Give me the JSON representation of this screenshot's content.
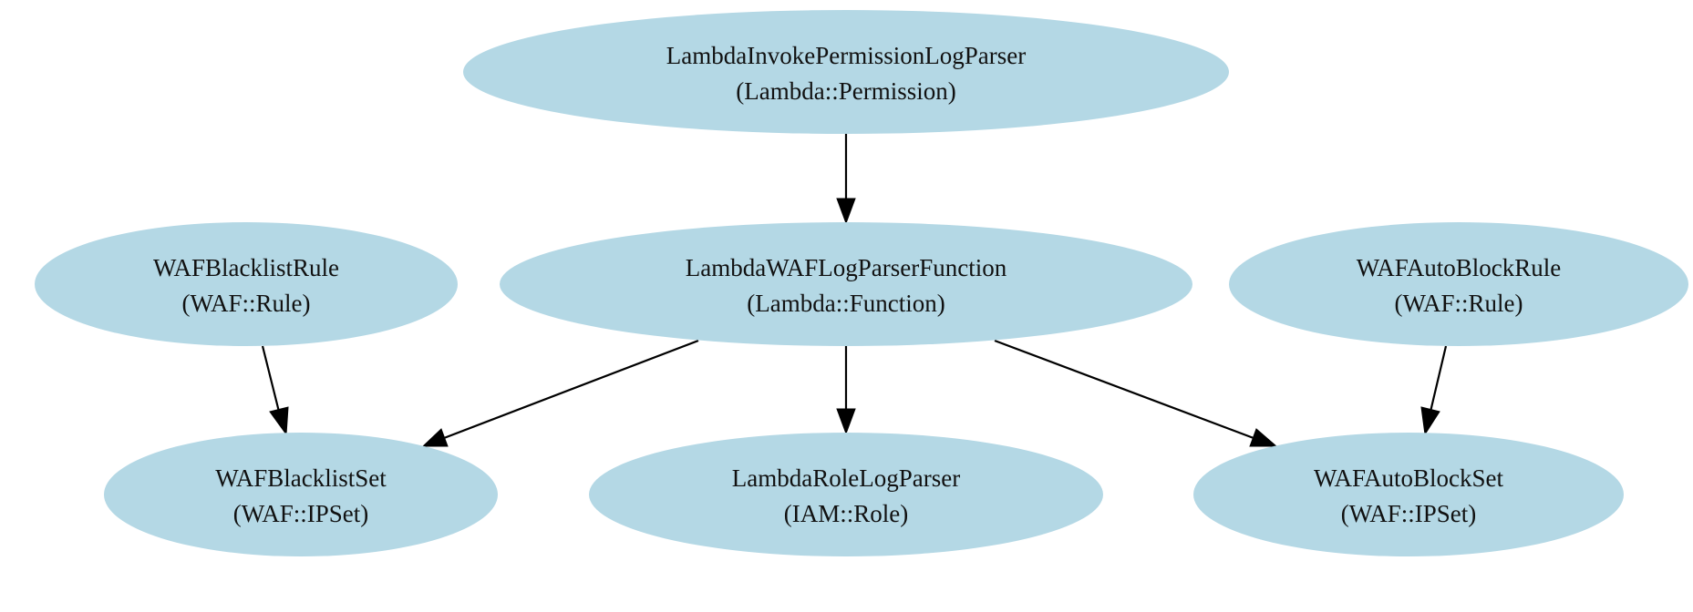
{
  "nodes": {
    "permission": {
      "name": "LambdaInvokePermissionLogParser",
      "type": "(Lambda::Permission)"
    },
    "blacklist_rule": {
      "name": "WAFBlacklistRule",
      "type": "(WAF::Rule)"
    },
    "log_parser_function": {
      "name": "LambdaWAFLogParserFunction",
      "type": "(Lambda::Function)"
    },
    "auto_block_rule": {
      "name": "WAFAutoBlockRule",
      "type": "(WAF::Rule)"
    },
    "blacklist_set": {
      "name": "WAFBlacklistSet",
      "type": "(WAF::IPSet)"
    },
    "role": {
      "name": "LambdaRoleLogParser",
      "type": "(IAM::Role)"
    },
    "auto_block_set": {
      "name": "WAFAutoBlockSet",
      "type": "(WAF::IPSet)"
    }
  },
  "edges": [
    {
      "from": "permission",
      "to": "log_parser_function"
    },
    {
      "from": "blacklist_rule",
      "to": "blacklist_set"
    },
    {
      "from": "log_parser_function",
      "to": "blacklist_set"
    },
    {
      "from": "log_parser_function",
      "to": "role"
    },
    {
      "from": "log_parser_function",
      "to": "auto_block_set"
    },
    {
      "from": "auto_block_rule",
      "to": "auto_block_set"
    }
  ],
  "colors": {
    "node_fill": "#b4d8e5",
    "edge": "#000000",
    "text": "#111111"
  }
}
